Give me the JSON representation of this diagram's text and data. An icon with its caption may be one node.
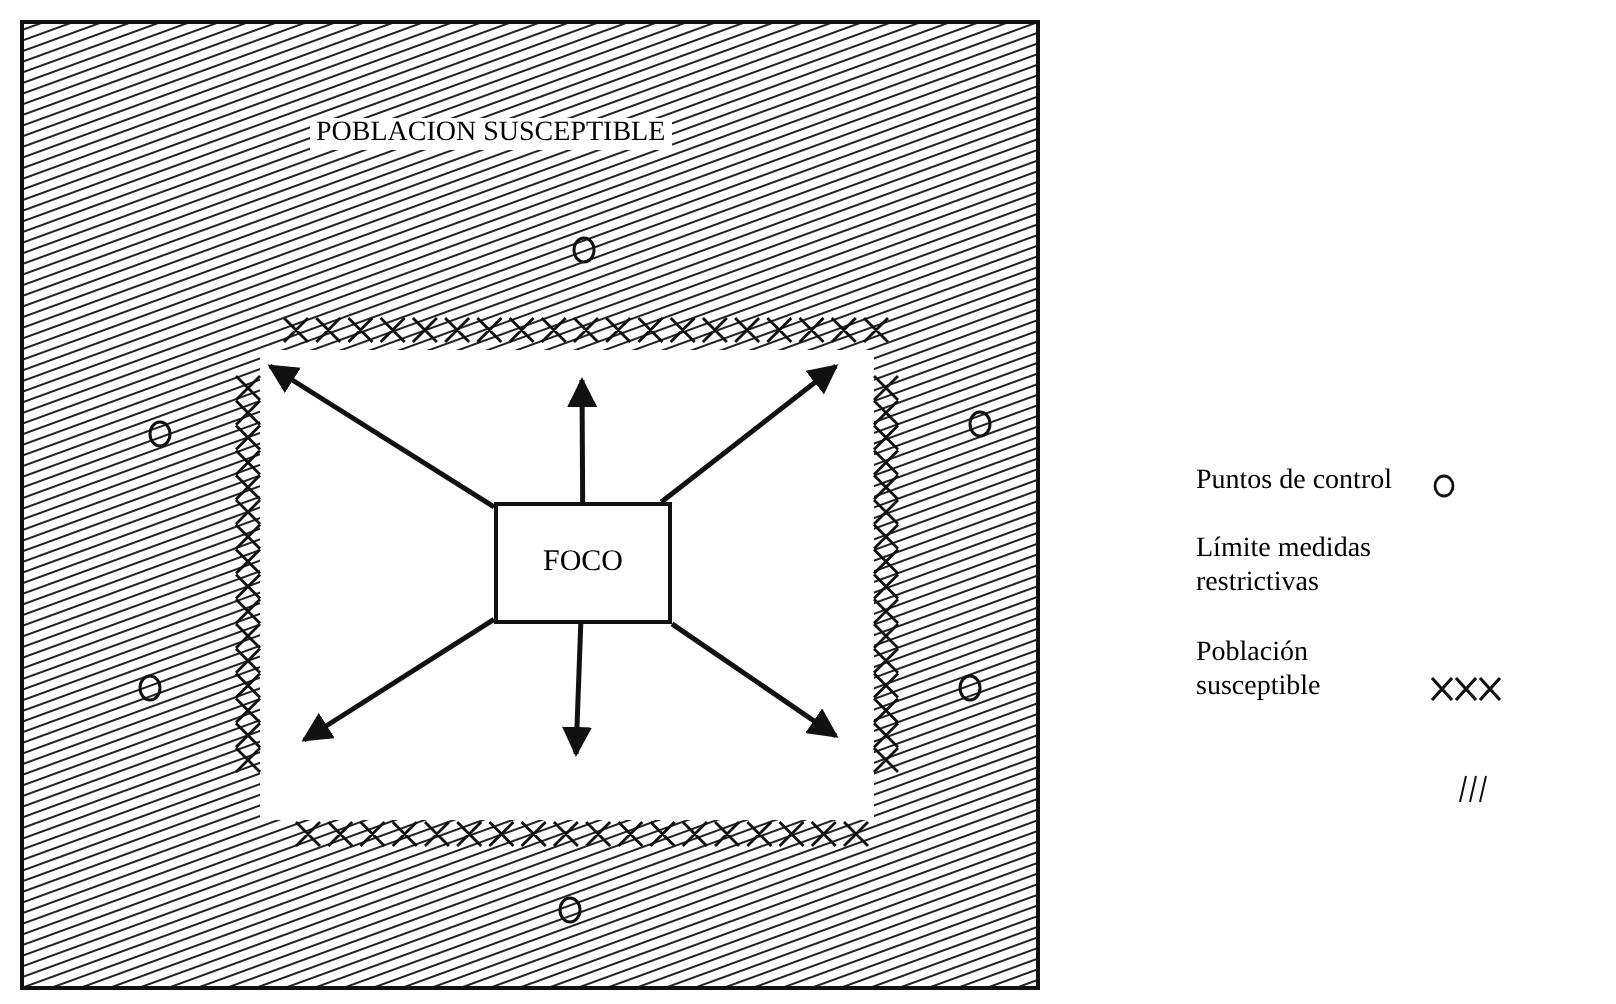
{
  "diagram": {
    "nodes": [
      {
        "text": [
          "POBLACION SUSCEPTIBLE"
        ]
      },
      {
        "text": [
          "FOCO"
        ],
        "in": 0
      }
    ],
    "edges": [
      {
        "from": 1,
        "to": null,
        "arrow": "to"
      },
      {
        "from": 1,
        "to": null,
        "arrow": "to"
      },
      {
        "from": 1,
        "to": null,
        "arrow": "to"
      },
      {
        "from": 1,
        "to": null,
        "arrow": "to"
      },
      {
        "from": 1,
        "to": null,
        "arrow": "to"
      },
      {
        "from": 1,
        "to": null,
        "arrow": "to"
      }
    ],
    "legend": [
      {
        "text": "Puntos de control"
      },
      {
        "text": "Límite medidas restrictivas"
      },
      {
        "text": "Población susceptible"
      }
    ]
  }
}
